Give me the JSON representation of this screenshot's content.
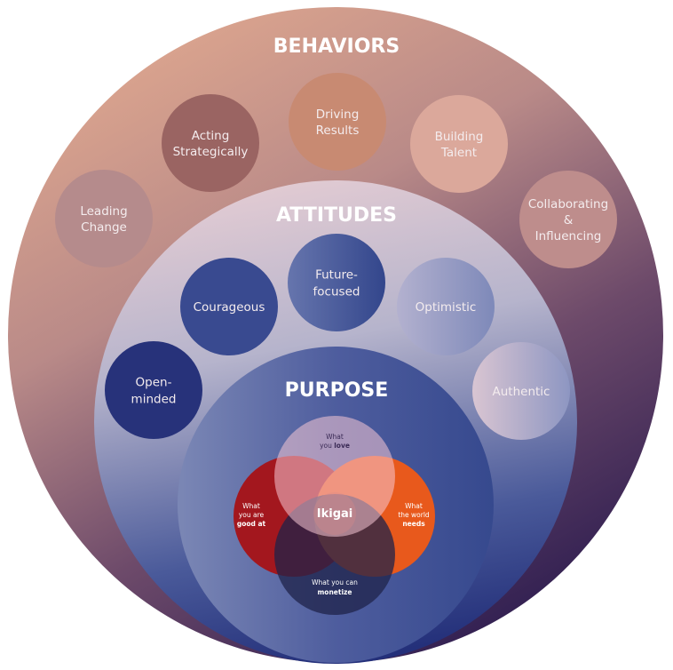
{
  "diagram": {
    "layers": [
      {
        "id": "behaviors",
        "title": "BEHAVIORS"
      },
      {
        "id": "attitudes",
        "title": "ATTITUDES"
      },
      {
        "id": "purpose",
        "title": "PURPOSE"
      }
    ],
    "behaviors": [
      {
        "id": "leading-change",
        "lines": [
          "Leading",
          "Change"
        ],
        "color": "#b58b8c"
      },
      {
        "id": "acting-strategically",
        "lines": [
          "Acting",
          "Strategically"
        ],
        "color": "#9a6462"
      },
      {
        "id": "driving-results",
        "lines": [
          "Driving",
          "Results"
        ],
        "color": "#c88a72"
      },
      {
        "id": "building-talent",
        "lines": [
          "Building",
          "Talent"
        ],
        "color": "#dba89b"
      },
      {
        "id": "collaborating-influencing",
        "lines": [
          "Collaborating",
          "&",
          "Influencing"
        ],
        "color": "#be8d8c"
      }
    ],
    "attitudes": [
      {
        "id": "open-minded",
        "lines": [
          "Open-",
          "minded"
        ],
        "color": "#27327a"
      },
      {
        "id": "courageous",
        "lines": [
          "Courageous"
        ],
        "color": "#394a90"
      },
      {
        "id": "future-focused",
        "lines": [
          "Future-",
          "focused"
        ],
        "color": "#4a5a9c"
      },
      {
        "id": "optimistic",
        "lines": [
          "Optimistic"
        ],
        "color": "#8b93bd"
      },
      {
        "id": "authentic",
        "lines": [
          "Authentic"
        ],
        "color": "#c7bdd0"
      }
    ],
    "ikigai": {
      "center": "Ikigai",
      "sets": [
        {
          "id": "love",
          "lines": [
            "What"
          ],
          "bold_line": [
            "you ",
            "love"
          ],
          "color": "#f6c6d4",
          "text_color": "#3a2a55"
        },
        {
          "id": "good-at",
          "lines": [
            "What",
            "you are"
          ],
          "bold": "good at",
          "color": "#a3171e",
          "text_color": "#ffffff"
        },
        {
          "id": "world-needs",
          "lines": [
            "What",
            "the world"
          ],
          "bold": "needs",
          "color": "#e8591c",
          "text_color": "#ffffff"
        },
        {
          "id": "monetize",
          "lines": [
            "What you can"
          ],
          "bold": "monetize",
          "color": "#1f2349",
          "text_color": "#ffffff"
        }
      ]
    }
  }
}
